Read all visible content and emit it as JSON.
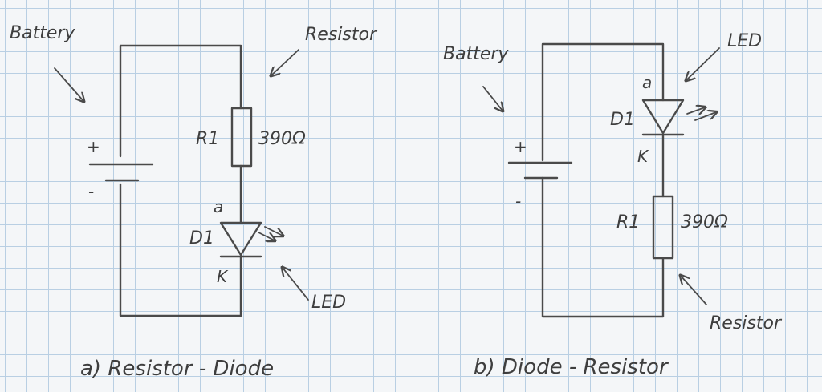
{
  "circuit_a": {
    "battery_label": "Battery",
    "plus": "+",
    "minus": "-",
    "resistor_callout": "Resistor",
    "resistor_ref": "R1",
    "resistor_value": "390Ω",
    "anode": "a",
    "diode_ref": "D1",
    "cathode": "K",
    "led_callout": "LED",
    "caption": "a) Resistor - Diode"
  },
  "circuit_b": {
    "battery_label": "Battery",
    "plus": "+",
    "minus": "-",
    "led_callout": "LED",
    "anode": "a",
    "diode_ref": "D1",
    "cathode": "K",
    "resistor_ref": "R1",
    "resistor_value": "390Ω",
    "resistor_callout": "Resistor",
    "caption": "b) Diode - Resistor"
  }
}
